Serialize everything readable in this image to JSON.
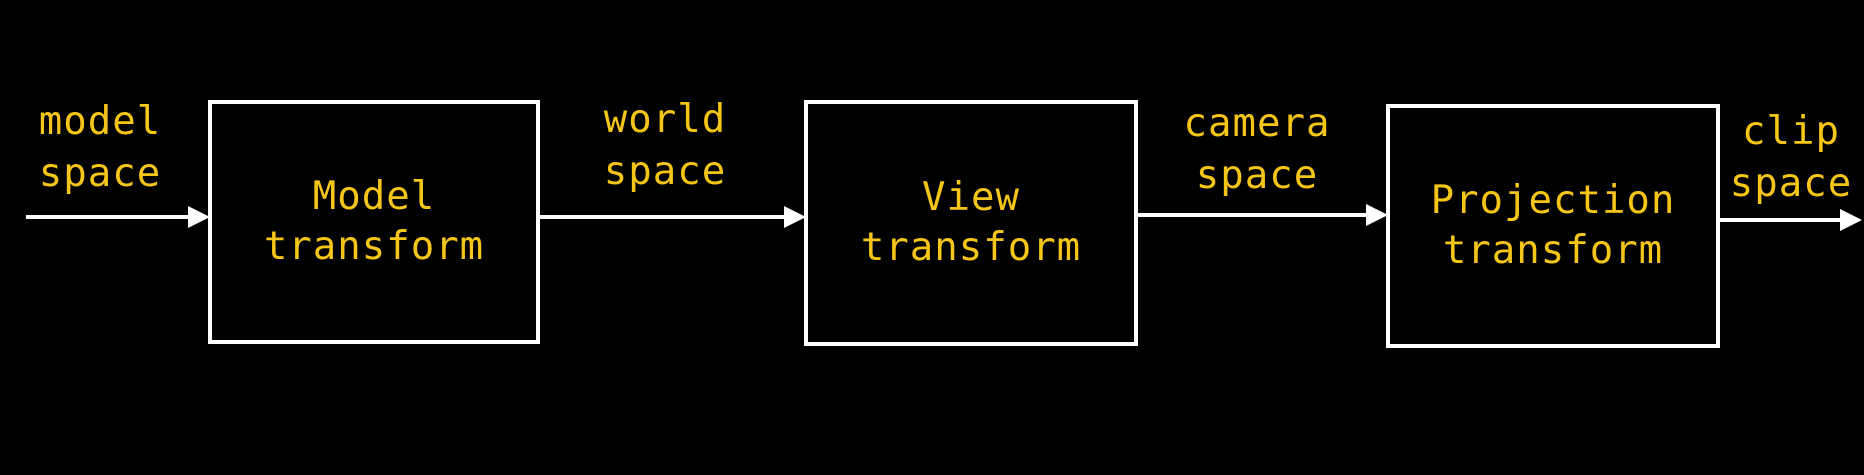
{
  "colors": {
    "background": "#000000",
    "text": "#f5c518",
    "stroke": "#ffffff"
  },
  "input_label": {
    "line1": "model",
    "line2": "space"
  },
  "stages": [
    {
      "line1": "Model",
      "line2": "transform",
      "output_line1": "world",
      "output_line2": "space"
    },
    {
      "line1": "View",
      "line2": "transform",
      "output_line1": "camera",
      "output_line2": "space"
    },
    {
      "line1": "Projection",
      "line2": "transform",
      "output_line1": "clip",
      "output_line2": "space"
    }
  ]
}
